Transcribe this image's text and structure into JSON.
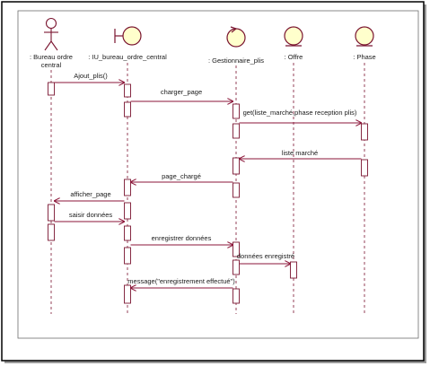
{
  "diagram": {
    "type": "uml-sequence",
    "colors": {
      "line": "#8b1538",
      "object_fill": "#ffffcc",
      "object_stroke": "#7a1530",
      "text": "#1a1a1a",
      "frame": "#000000"
    },
    "lifelines": [
      {
        "id": "bureau",
        "kind": "actor",
        "label_lines": [
          ": Bureau ordre",
          "central"
        ]
      },
      {
        "id": "iu",
        "kind": "boundary",
        "label_lines": [
          ": IU_bureau_ordre_central"
        ]
      },
      {
        "id": "gest",
        "kind": "control",
        "label_lines": [
          ": Gestionnaire_plis"
        ]
      },
      {
        "id": "offre",
        "kind": "entity",
        "label_lines": [
          ": Offre"
        ]
      },
      {
        "id": "phase",
        "kind": "entity",
        "label_lines": [
          ": Phase"
        ]
      }
    ],
    "messages": [
      {
        "from": "bureau",
        "to": "iu",
        "label": "Ajout_plis()"
      },
      {
        "from": "iu",
        "to": "gest",
        "label": "charger_page"
      },
      {
        "from": "gest",
        "to": "phase",
        "label": "get(liste_marché,phase reception plis)"
      },
      {
        "from": "phase",
        "to": "gest",
        "label": "liste marché"
      },
      {
        "from": "gest",
        "to": "iu",
        "label": "page_chargé"
      },
      {
        "from": "iu",
        "to": "bureau",
        "label": "afficher_page"
      },
      {
        "from": "bureau",
        "to": "iu",
        "label": "saisir données"
      },
      {
        "from": "iu",
        "to": "gest",
        "label": "enregistrer données"
      },
      {
        "from": "gest",
        "to": "offre",
        "label": "données enregistré"
      },
      {
        "from": "gest",
        "to": "iu",
        "label": "message(\"enregistrement effectué\")"
      }
    ]
  }
}
